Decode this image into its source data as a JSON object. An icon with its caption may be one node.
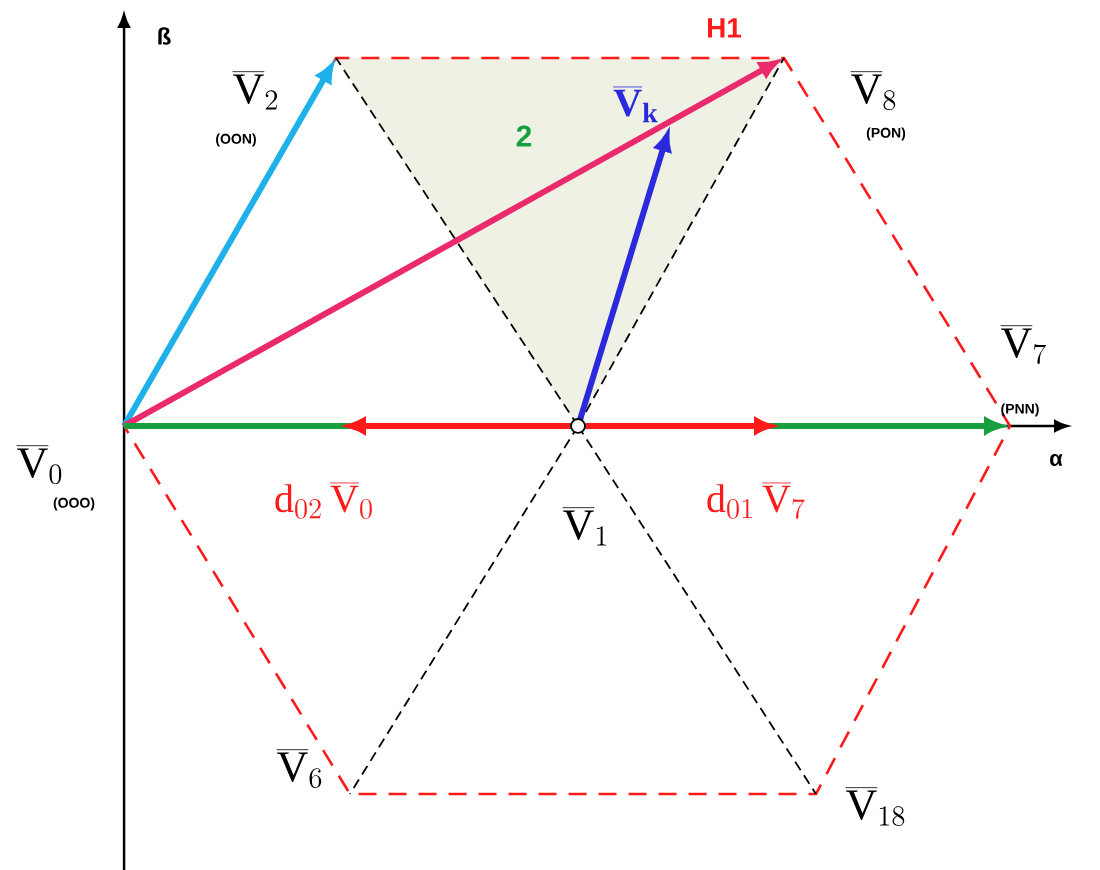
{
  "diagram": {
    "labels": [
      "ß",
      "\\overline{\\mathrm{V}}_2",
      "(OON)",
      "H1",
      "\\overline{\\mathrm{V}}_8",
      "2",
      "\\overline{\\mathbf{V}}_{\\mathbf{k}}",
      "(PON)",
      "\\overline{\\mathrm{V}}_7",
      "(PNN)",
      "\\overline{\\mathrm{V}}_0",
      "α",
      "(OOO)",
      "\\mathrm{d}_{02}\\,\\overline{\\mathrm{V}}_0",
      "\\overline{\\mathrm{V}}_1",
      "\\mathrm{d}_{01}\\,\\overline{\\mathrm{V}}_7",
      "\\overline{\\mathrm{V}}_6",
      "\\overline{\\mathrm{V}}_{18}"
    ]
  }
}
